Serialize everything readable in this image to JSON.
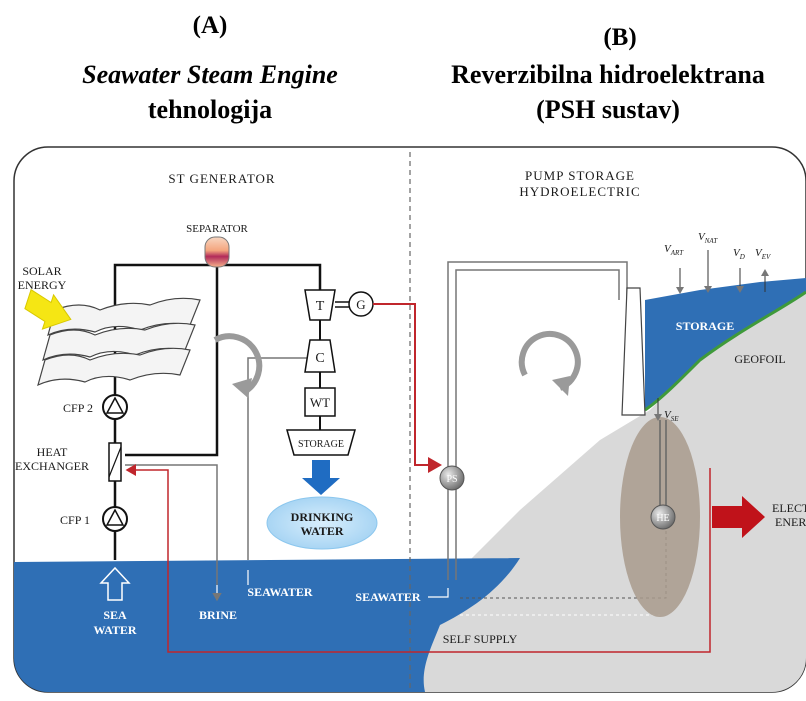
{
  "header": {
    "a_tag": "(A)",
    "a_title_italic": "Seawater Steam Engine",
    "a_title": "tehnologija",
    "b_tag": "(B)",
    "b_title": "Reverzibilna hidroelektrana",
    "b_subtitle": "(PSH sustav)"
  },
  "left_panel": {
    "title": "ST GENERATOR",
    "separator": "SEPARATOR",
    "solar_line1": "SOLAR",
    "solar_line2": "ENERGY",
    "cfp2": "CFP 2",
    "heat_line1": "HEAT",
    "heat_line2": "EXCHANGER",
    "cfp1": "CFP 1",
    "turbine": "T",
    "generator": "G",
    "compressor": "C",
    "wt": "WT",
    "storage": "STORAGE",
    "drinking_line1": "DRINKING",
    "drinking_line2": "WATER",
    "sea_line1": "SEA",
    "sea_line2": "WATER",
    "brine": "BRINE",
    "seawater": "SEAWATER"
  },
  "right_panel": {
    "title_line1": "PUMP STORAGE",
    "title_line2": "HYDROELECTRIC",
    "storage": "STORAGE",
    "geofoil": "GEOFOIL",
    "seawater": "SEAWATER",
    "self_supply": "SELF SUPPLY",
    "ps": "PS",
    "he": "HE",
    "electric_line1": "ELECTRIC",
    "electric_line2": "ENERGY",
    "v_art_main": "V",
    "v_art_sub": "ART",
    "v_nat_main": "V",
    "v_nat_sub": "NAT",
    "v_d_main": "V",
    "v_d_sub": "D",
    "v_ev_main": "V",
    "v_ev_sub": "EV",
    "v_se_main": "V",
    "v_se_sub": "SE"
  },
  "colors": {
    "sea": "#2f6fb5",
    "pipe_red": "#c0262c",
    "ground": "#d9d9d9",
    "arrow_blue": "#1f6cc2",
    "solar_arrow": "#f5e614",
    "electric_arrow": "#c0121a",
    "he_ellipse": "#a89a8c"
  },
  "icons": [
    "cycle-arrow-icon",
    "solar-arrow-icon",
    "pump-icon",
    "down-arrow-icon",
    "electric-arrow-icon",
    "up-arrow-icon"
  ]
}
